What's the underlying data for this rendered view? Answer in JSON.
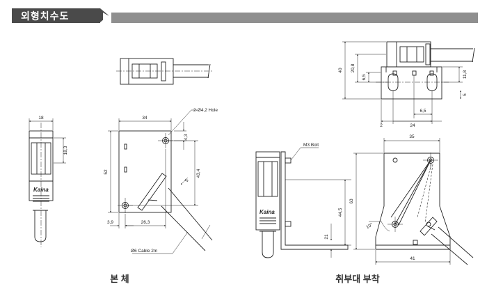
{
  "header": {
    "title": "외형치수도"
  },
  "captions": {
    "body": "본 체",
    "mount": "취부대 부착"
  },
  "brand": {
    "logo": "Kaina"
  },
  "body_view": {
    "width": "18",
    "dim_183": "18,3",
    "dim_34": "34",
    "dim_52": "52",
    "hole_note": "2-Ø4,2 Hole",
    "dim_43": "4,3",
    "dim_434": "43,4",
    "dim_5": "5",
    "dim_39": "3,9",
    "dim_263": "26,3",
    "cable_note": "Ø6 Cable 2m"
  },
  "mount_view": {
    "dim_40": "40",
    "dim_208": "20,8",
    "dim_65a": "6,5",
    "dim_118": "11,8",
    "dim_5": "5",
    "dim_65b": "6,5",
    "dim_2": "2",
    "dim_24": "24",
    "bolt_note": "M3 Bolt",
    "dim_35": "35",
    "dim_63": "63",
    "dim_445": "44,5",
    "dim_21": "21",
    "dim_10deg": "10°",
    "dim_41": "41"
  },
  "colors": {
    "header_dark": "#4a4a4a",
    "header_light": "#8f8f8f",
    "line": "#222222"
  }
}
